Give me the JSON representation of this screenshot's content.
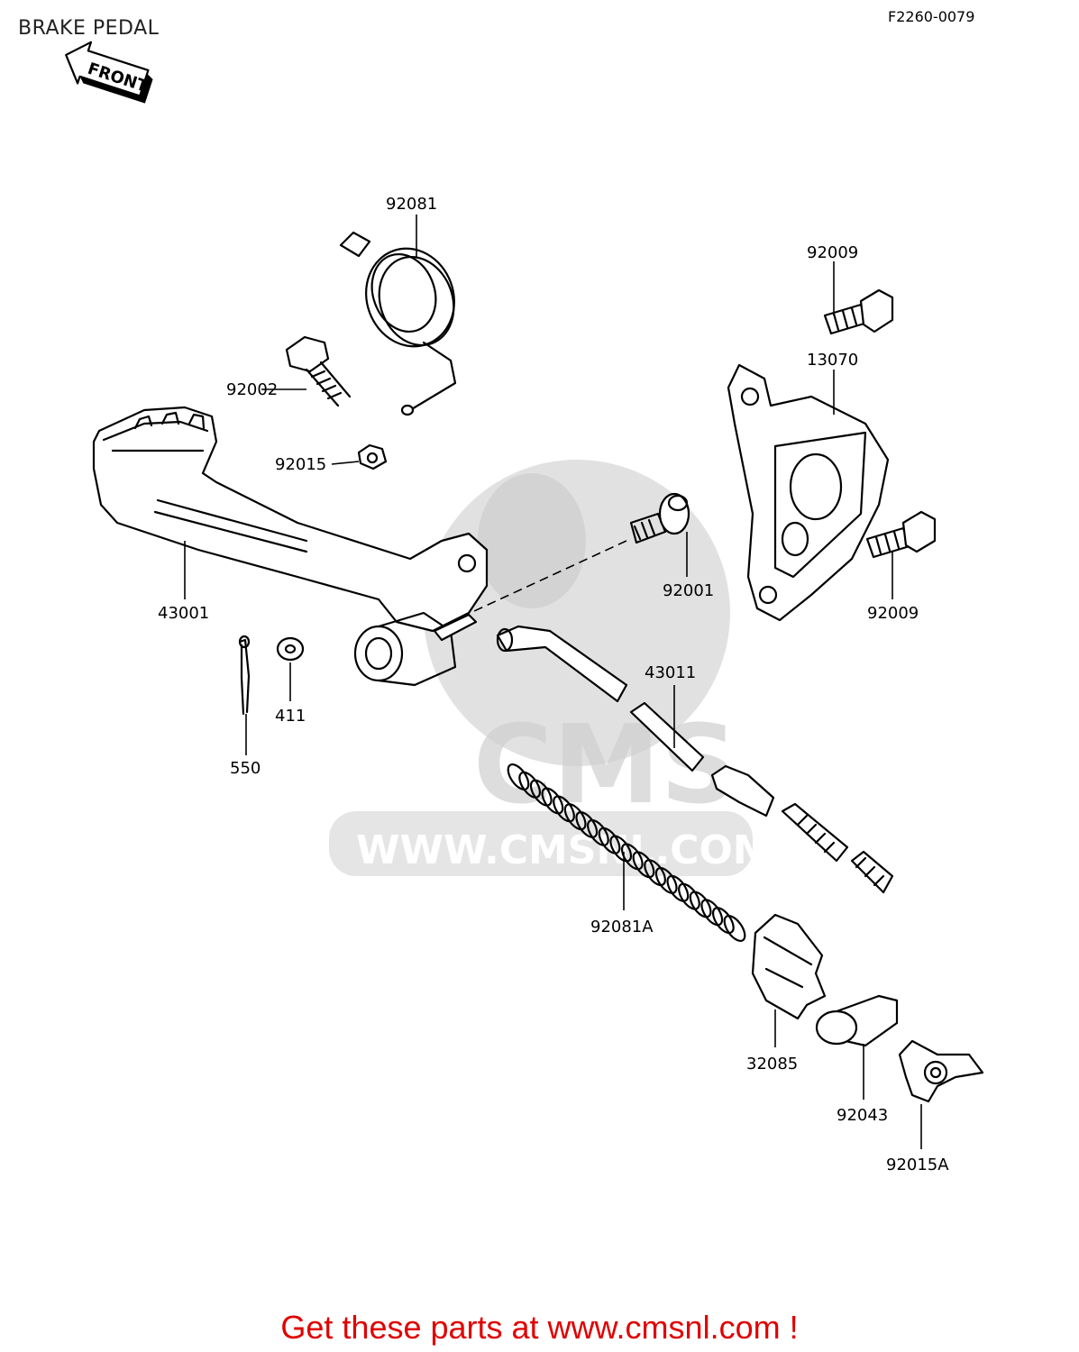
{
  "title": "BRAKE PEDAL",
  "diagram_code": "F2260-0079",
  "front_badge": "FRONT",
  "watermark": {
    "brand": "CMS",
    "url": "WWW.CMSNL.COM"
  },
  "parts": [
    {
      "id": "p92081",
      "label": "92081"
    },
    {
      "id": "p92009a",
      "label": "92009"
    },
    {
      "id": "p13070",
      "label": "13070"
    },
    {
      "id": "p92002",
      "label": "92002"
    },
    {
      "id": "p92015",
      "label": "92015"
    },
    {
      "id": "p43001",
      "label": "43001"
    },
    {
      "id": "p92001",
      "label": "92001"
    },
    {
      "id": "p92009b",
      "label": "92009"
    },
    {
      "id": "p411",
      "label": "411"
    },
    {
      "id": "p550",
      "label": "550"
    },
    {
      "id": "p43011",
      "label": "43011"
    },
    {
      "id": "p92081A",
      "label": "92081A"
    },
    {
      "id": "p32085",
      "label": "32085"
    },
    {
      "id": "p92043",
      "label": "92043"
    },
    {
      "id": "p92015A",
      "label": "92015A"
    }
  ],
  "footer": {
    "text": "Get these parts at www.cmsnl.com !",
    "color": "#e00000"
  }
}
